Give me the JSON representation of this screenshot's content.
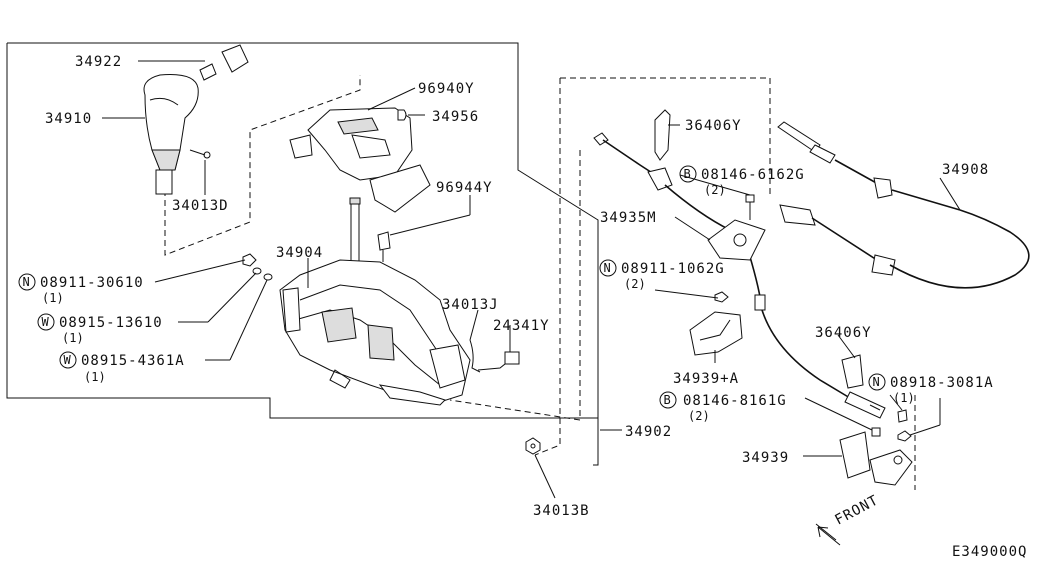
{
  "diagram": {
    "code": "E349000Q",
    "front_label": "FRONT"
  },
  "labels": {
    "p34922": "34922",
    "p34910": "34910",
    "p34013D": "34013D",
    "p96940Y": "96940Y",
    "p34956": "34956",
    "p96944Y": "96944Y",
    "p34904": "34904",
    "p34013J": "34013J",
    "p24341Y": "24341Y",
    "p34902": "34902",
    "p34013B": "34013B",
    "n1_symbol": "N",
    "n1_part": "08911-30610",
    "n1_qty": "(1)",
    "w1_symbol": "W",
    "w1_part": "08915-13610",
    "w1_qty": "(1)",
    "w2_symbol": "W",
    "w2_part": "08915-4361A",
    "w2_qty": "(1)",
    "p36406Y_a": "36406Y",
    "b1_symbol": "B",
    "b1_part": "08146-6162G",
    "b1_qty": "(2)",
    "p34935M": "34935M",
    "p34908": "34908",
    "n2_symbol": "N",
    "n2_part": "08911-1062G",
    "n2_qty": "(2)",
    "p34939A": "34939+A",
    "p36406Y_b": "36406Y",
    "n3_symbol": "N",
    "n3_part": "08918-3081A",
    "n3_qty": "(1)",
    "b2_symbol": "B",
    "b2_part": "08146-8161G",
    "b2_qty": "(2)",
    "p34939": "34939"
  }
}
